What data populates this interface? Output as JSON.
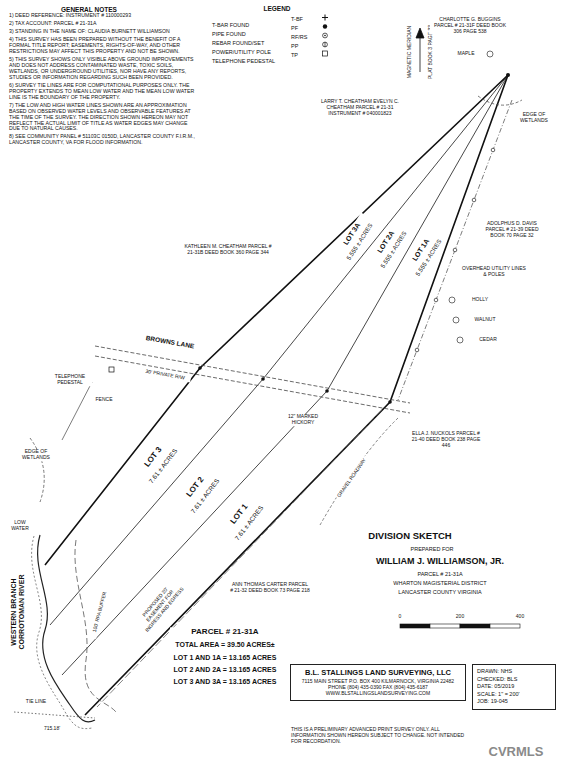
{
  "diagram": {
    "title": "DIVISION SKETCH",
    "nodes": [
      {
        "text": [
          "B.L. STALLINGS LAND SURVEYING, LLC",
          "7115 MAIN STREET P.O. BOX 400 KILMARNOCK, VIRGINIA 22482 PHONE (804) 435-0390 FAX (804) 435-6187 WWW.BLSTALLINGSLANDSURVEYING.COM"
        ]
      },
      {
        "text": [
          "DRAWN: NHS",
          "CHECKED: BLS",
          "DATE: 05/2019",
          "SCALE: 1\" = 200'",
          "JOB: 19-045"
        ]
      }
    ],
    "labels": [
      "GENERAL NOTES",
      "1) DEED REFERENCE: INSTRUMENT # 110000293",
      "2) TAX ACCOUNT: PARCEL # 21-31A",
      "3) STANDING IN THE NAME OF: CLAUDIA BURNETT WILLIAMSON",
      "4) THIS SURVEY HAS BEEN PREPARED WITHOUT THE BENEFIT OF A FORMAL TITLE REPORT; EASEMENTS, RIGHTS-OF-WAY, AND OTHER RESTRICTIONS MAY AFFECT THIS PROPERTY AND NOT BE SHOWN.",
      "5) THIS SURVEY SHOWS ONLY VISIBLE ABOVE GROUND IMPROVEMENTS AND DOES NOT ADDRESS CONTAMINATED WASTE, TOXIC SOILS, WETLANDS, OR UNDERGROUND UTILITIES, NOR HAVE ANY REPORTS, STUDIES OR INFORMATION REGARDING SUCH BEEN PROVIDED.",
      "6) SURVEY TIE LINES ARE FOR COMPUTATIONAL PURPOSES ONLY. THE PROPERTY EXTENDS TO MEAN LOW WATER AND THE MEAN LOW WATER LINE IS THE BOUNDARY OF THE PROPERTY.",
      "7) THE LOW AND HIGH WATER LINES SHOWN ARE AN APPROXIMATION BASED ON OBSERVED WATER LEVELS AND OBSERVABLE FEATURES AT THE TIME OF THE SURVEY. THE DIRECTION SHOWN HEREON MAY NOT REFLECT THE ACTUAL LIMIT OF TITLE AS WATER EDGES MAY CHANGE DUE TO NATURAL CAUSES.",
      "8) SEE COMMUNITY PANEL # 51103C 0150D, LANCASTER COUNTY F.I.R.M., LANCASTER COUNTY, VA FOR FLOOD INFORMATION.",
      "LEGEND",
      "T-BF",
      "PF",
      "RF/RS",
      "PP",
      "TP",
      "MAGNETIC MERIDIAN",
      "PLAT BOOK 3 PAGE 33",
      "CHARLOTTE G. BUGGINS PARCEL # 21-31F DEED BOOK 306 PAGE 538",
      "MAPLE",
      "EDGE OF WETLANDS",
      "LARRY T. CHEATHAM EVELYN C. CHEATHAM PARCEL # 21-31 INSTRUMENT # 040001823",
      "KATHLEEN M. CHEATHAM PARCEL # 21-31B DEED BOOK 360 PAGE 344",
      "ADOLPHUS D. DAVIS PARCEL # 21-39 DEED BOOK 70 PAGE 32",
      "OVERHEAD UTILITY LINES & POLES",
      "HOLLY",
      "WALNUT",
      "CEDAR",
      "LOT 3A",
      "5.555 ± ACRES",
      "LOT 2A",
      "5.555 ± ACRES",
      "LOT 1A",
      "5.555 ± ACRES",
      "BROWNS LANE",
      "30' PRIVATE R/W",
      "TELEPHONE PEDESTAL",
      "FENCE",
      "12\" MARKED HICKORY",
      "LOT 3",
      "7.61 ± ACRES",
      "LOT 2",
      "7.61 ± ACRES",
      "LOT 1",
      "7.61 ± ACRES",
      "GRAVEL ROADWAY",
      "ELLA J. NUCKOLS PARCEL # 21-40 DEED BOOK 238 PAGE 446",
      "EDGE OF WETLANDS",
      "LOW WATER",
      "WESTERN BRANCH CORROTOMAN RIVER",
      "100' RPA BUFFER",
      "PROPOSED 20' EASEMENT FOR INGRESS AND EGRESS",
      "ANN THOMAS CARTER PARCEL # 21-32 DEED BOOK 73 PAGE 218",
      "PARCEL # 21-31A",
      "TOTAL AREA = 39.50 ACRES±",
      "LOT 1 AND 1A = 13.165 ACRES",
      "LOT 2 AND 2A = 13.165 ACRES",
      "LOT 3 AND 3A = 13.165 ACRES",
      "TIE LINE",
      "715.18'",
      "PREPARED FOR",
      "WILLIAM J. WILLIAMSON, JR.",
      "PARCEL # 21-31A",
      "WHARTON MAGISTERIAL DISTRICT",
      "LANCASTER COUNTY VIRGINIA",
      "0",
      "200",
      "400",
      "THIS IS A PRELIMINARY ADVANCED PRINT SURVEY ONLY. ALL INFORMATION SHOWN HEREON SUBJECT TO CHANGE. NOT INTENDED FOR RECORDATION.",
      "CVRMLS"
    ],
    "legend": [
      {
        "text": "T-BAR FOUND"
      },
      {
        "text": "PIPE FOUND"
      },
      {
        "text": "REBAR FOUND/SET"
      },
      {
        "text": "POWER/UTILITY POLE"
      },
      {
        "text": "TELEPHONE PEDESTAL"
      }
    ]
  }
}
